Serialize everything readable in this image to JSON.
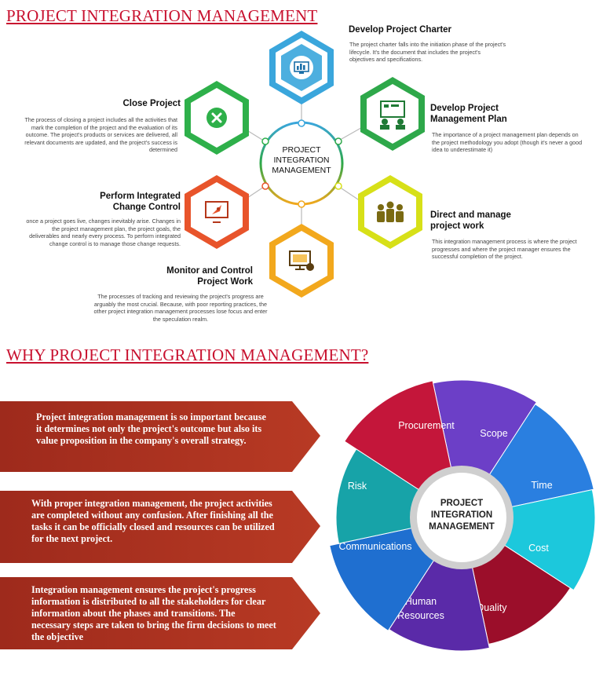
{
  "section1": {
    "heading": "PROJECT INTEGRATION MANAGEMENT",
    "center_label": [
      "PROJECT",
      "INTEGRATION",
      "MANAGEMENT"
    ],
    "steps": {
      "charter": {
        "title": "Develop Project Charter",
        "desc": "The project charter falls into the initiation phase of the project's lifecycle. It's the document that includes the project's objectives and specifications.",
        "icon": "chart-monitor-icon"
      },
      "plan": {
        "title": "Develop Project Management Plan",
        "desc": "The importance of a project management plan depends on the project methodology you adopt (though it's never a good idea to underestimate it)",
        "icon": "planning-board-icon"
      },
      "direct": {
        "title": "Direct and manage project work",
        "desc": "This integration management process is where the project progresses and where the project manager ensures the successful completion of the project.",
        "icon": "team-icon"
      },
      "monitor": {
        "title": "Monitor and Control Project Work",
        "desc": "The processes of tracking and reviewing the project's progress are arguably the most crucial. Because, with poor reporting practices, the other project integration management processes lose focus and enter the speculation realm.",
        "icon": "monitor-analytics-icon"
      },
      "change": {
        "title": "Perform Integrated Change Control",
        "desc": "once a project goes live, changes inevitably arise. Changes in the project management plan, the project goals, the deliverables and nearly every process. To perform integrated change control is to manage those change requests.",
        "icon": "rocket-screen-icon"
      },
      "close": {
        "title": "Close Project",
        "desc": "The process of closing a project includes all the activities that mark the completion of the project and the evaluation of its outcome. The project's products or services are delivered, all relevant documents are updated, and the project's success is determined",
        "icon": "close-x-icon"
      }
    },
    "colors": {
      "charter": "#3aa6dc",
      "plan": "#2ea84a",
      "direct": "#d7e018",
      "monitor": "#f2a81d",
      "change": "#e8542b",
      "close": "#2eb04a"
    }
  },
  "section2": {
    "heading": "WHY PROJECT INTEGRATION MANAGEMENT?",
    "reasons": [
      "Project integration management is so important because it determines not only the project's outcome but also its value proposition in the company's overall strategy.",
      "With proper integration management, the project activities are completed without any confusion. After finishing all the tasks it can be officially closed and resources can be utilized for the next project.",
      "Integration management ensures the project's progress information is distributed to all the stakeholders for clear information about the phases and transitions. The necessary steps are taken to bring the firm decisions to meet the objective"
    ],
    "wheel_center": [
      "PROJECT",
      "INTEGRATION",
      "MANAGEMENT"
    ],
    "segments": [
      {
        "label": "Scope",
        "color": "#6c3fc7"
      },
      {
        "label": "Time",
        "color": "#2a7fe0"
      },
      {
        "label": "Cost",
        "color": "#1cc8dc"
      },
      {
        "label": "Quality",
        "color": "#9b0e2a"
      },
      {
        "label": "Human Resources",
        "color": "#5a2aa8"
      },
      {
        "label": "Communications",
        "color": "#1f6fd0"
      },
      {
        "label": "Risk",
        "color": "#17a3a8"
      },
      {
        "label": "Procurement",
        "color": "#c4163a"
      }
    ]
  }
}
